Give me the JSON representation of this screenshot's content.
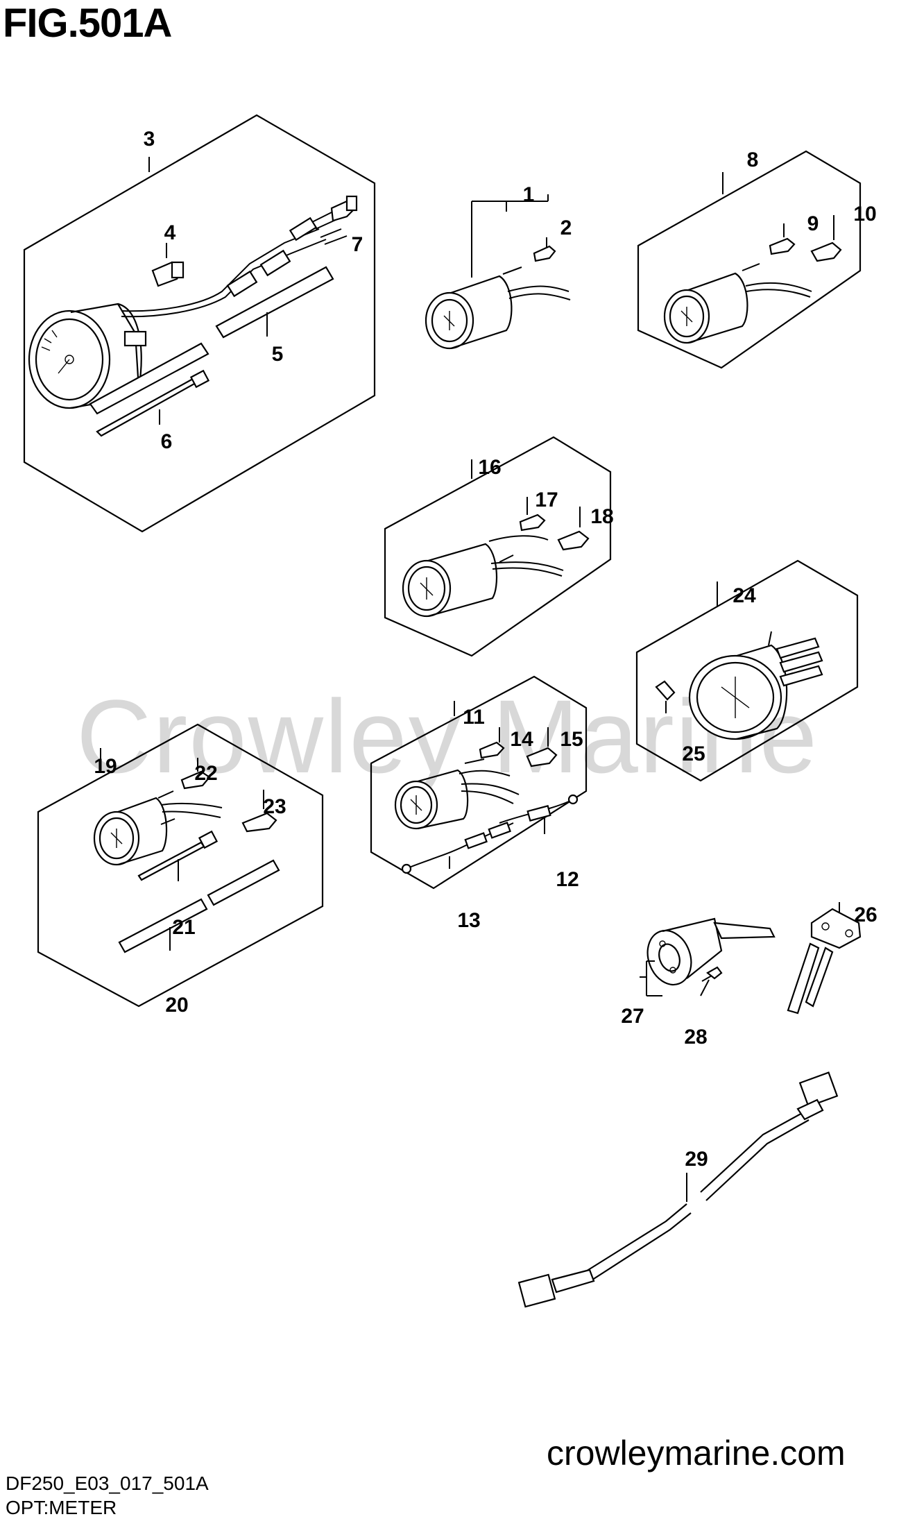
{
  "figure": {
    "title": "FIG.501A",
    "code": "DF250_E03_017_501A",
    "subtitle": "OPT:METER",
    "website": "crowleymarine.com",
    "watermark": "Crowley Marine"
  },
  "callouts": {
    "n1": "1",
    "n2": "2",
    "n3": "3",
    "n4": "4",
    "n5": "5",
    "n6": "6",
    "n7": "7",
    "n8": "8",
    "n9": "9",
    "n10": "10",
    "n11": "11",
    "n12": "12",
    "n13": "13",
    "n14": "14",
    "n15": "15",
    "n16": "16",
    "n17": "17",
    "n18": "18",
    "n19": "19",
    "n20": "20",
    "n21": "21",
    "n22": "22",
    "n23": "23",
    "n24": "24",
    "n25": "25",
    "n26": "26",
    "n27": "27",
    "n28": "28",
    "n29": "29"
  }
}
